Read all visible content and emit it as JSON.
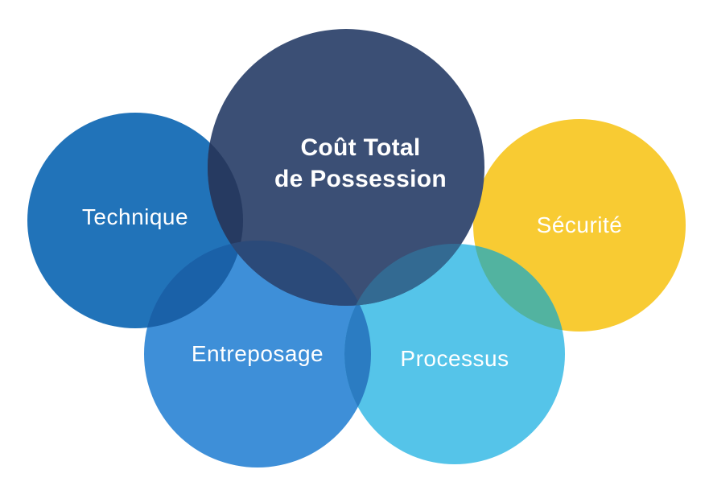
{
  "background": "#FFFFFF",
  "text_color": "#FFFFFF",
  "circles": {
    "technique": {
      "label": "Technique",
      "color": "#2173B9"
    },
    "cout_total": {
      "label_line1": "Coût Total",
      "label_line2": "de Possession",
      "color": "#3B4F75"
    },
    "securite": {
      "label": "Sécurité",
      "color": "#F8CB33"
    },
    "entreposage": {
      "label": "Entreposage",
      "color": "#3E8FD8"
    },
    "processus": {
      "label": "Processus",
      "color": "#55C4E9"
    }
  },
  "overlaps": {
    "technique_entreposage": "#1A61A8",
    "entreposage_processus": "#2B7CC2",
    "securite_processus": "#52B3A0",
    "cout_technique": "#263A61",
    "cout_entreposage": "#2B4A79",
    "cout_processus": "#336A92"
  }
}
